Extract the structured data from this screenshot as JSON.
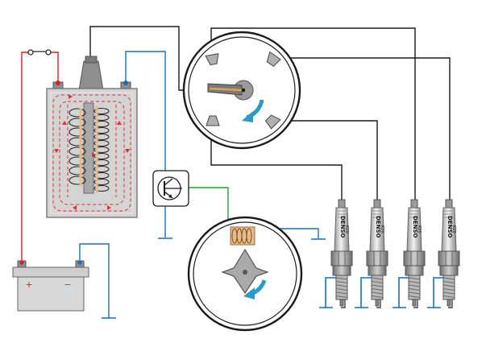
{
  "diagram": {
    "battery": {
      "plus": "+",
      "minus": "−"
    },
    "spark_plugs": [
      {
        "brand": "DENSO",
        "model": "K20"
      },
      {
        "brand": "DENSO",
        "model": "K20"
      },
      {
        "brand": "DENSO",
        "model": "K20"
      },
      {
        "brand": "DENSO",
        "model": "K20"
      }
    ],
    "colors": {
      "wire_main": "#1a1a1a",
      "wire_red": "#cc2222",
      "wire_blue": "#1a6fb5",
      "wire_green": "#2a9a3a",
      "rotor_arrow": "#2a9ac8",
      "coil_case": "#d4d4d4",
      "coil_winding": "#e8bc8a",
      "field_lines": "#e03030"
    }
  }
}
